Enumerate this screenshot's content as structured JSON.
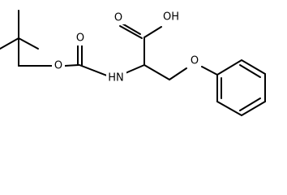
{
  "molecule": {
    "atoms": {
      "carboxyl_oxygen": "O",
      "hydroxyl": "OH",
      "carbamate_carbonyl_oxygen": "O",
      "carbamate_ester_oxygen": "O",
      "amine": "HN",
      "ether_oxygen": "O"
    },
    "colors": {
      "bond": "#000000",
      "background": "#ffffff"
    }
  }
}
